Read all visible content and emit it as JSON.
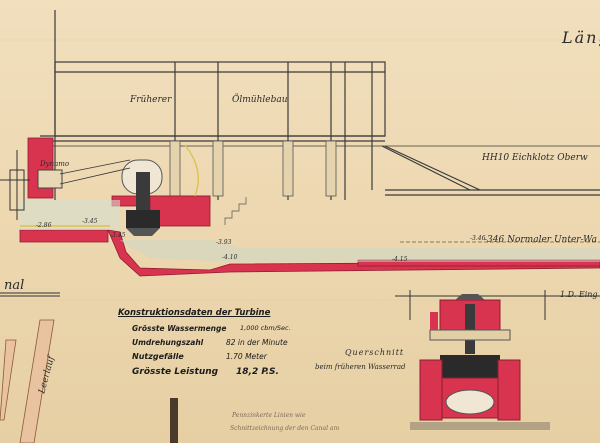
{
  "drawing": {
    "title_fragment": "Läng",
    "building_label_1": "Früherer",
    "building_label_2": "Ölmühlebau",
    "dynamo_label": "Dynamo",
    "hhw_label": "HH10 Eichklotz Oberw",
    "normal_water_label": "-346 Normaler Unter-Wa",
    "left_label": "nal",
    "leerlauf_label": "Leerlauf",
    "cross_section_title": "Querschnitt",
    "cross_section_subtitle": "beim früheren Wasserrad",
    "pencil_note_1": "Pennzinkerte Linien wie",
    "pencil_note_2": "Schnittzeichnung der den Canal am",
    "right_edge_label": "1.D. Eing"
  },
  "elevations": {
    "e1": "-2.86",
    "e2": "-3.45",
    "e3": "-3.45",
    "e4": "-3.93",
    "e5": "-4.10",
    "e6": "-4.15",
    "e7": "-3.46"
  },
  "turbine_specs": {
    "heading": "Konstruktionsdaten der Turbine",
    "rows": [
      {
        "label": "Grösste Wassermenge",
        "value": "1,000 cbm/Sec."
      },
      {
        "label": "Umdrehungszahl",
        "value": "82 in der Minute"
      },
      {
        "label": "Nutzgefälle",
        "value": "1.70 Meter"
      },
      {
        "label": "Grösste Leistung",
        "value": "18,2 P.S."
      }
    ]
  },
  "colors": {
    "paper": "#efdcb8",
    "red_fill": "#d8334f",
    "ink": "#2a2a2a",
    "water_line": "#8a7a5a",
    "yellow": "#e0c24a"
  }
}
